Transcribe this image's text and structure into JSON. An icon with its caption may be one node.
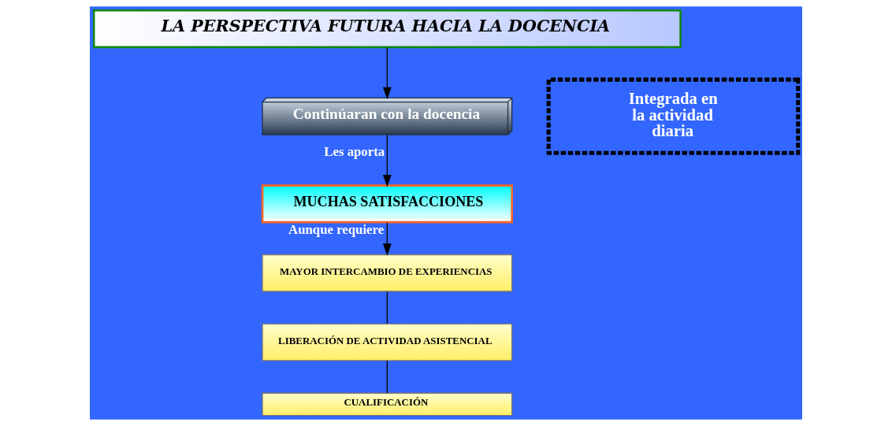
{
  "diagram": {
    "nodes": [
      {
        "text": [
          "LA PERSPECTIVA FUTURA HACIA LA DOCENCIA"
        ]
      },
      {
        "text": [
          "Continúaran con la docencia"
        ]
      },
      {
        "text": [
          "Integrada en la actividad diaria"
        ]
      },
      {
        "text": [
          "MUCHAS SATISFACCIONES"
        ]
      },
      {
        "text": [
          "MAYOR INTERCAMBIO DE EXPERIENCIAS"
        ]
      },
      {
        "text": [
          "LIBERACIÓN DE ACTIVIDAD ASISTENCIAL"
        ]
      },
      {
        "text": [
          "CUALIFICACIÓN"
        ]
      }
    ],
    "edges": [
      {
        "from": 0,
        "to": 1,
        "arrow": "to"
      },
      {
        "from": 1,
        "to": 3,
        "arrow": "to",
        "label": "Les aporta"
      },
      {
        "from": 3,
        "to": 4,
        "arrow": "to",
        "label": "Aunque requiere"
      },
      {
        "from": 4,
        "to": 5,
        "arrow": "none"
      },
      {
        "from": 5,
        "to": 6,
        "arrow": "none"
      }
    ]
  }
}
